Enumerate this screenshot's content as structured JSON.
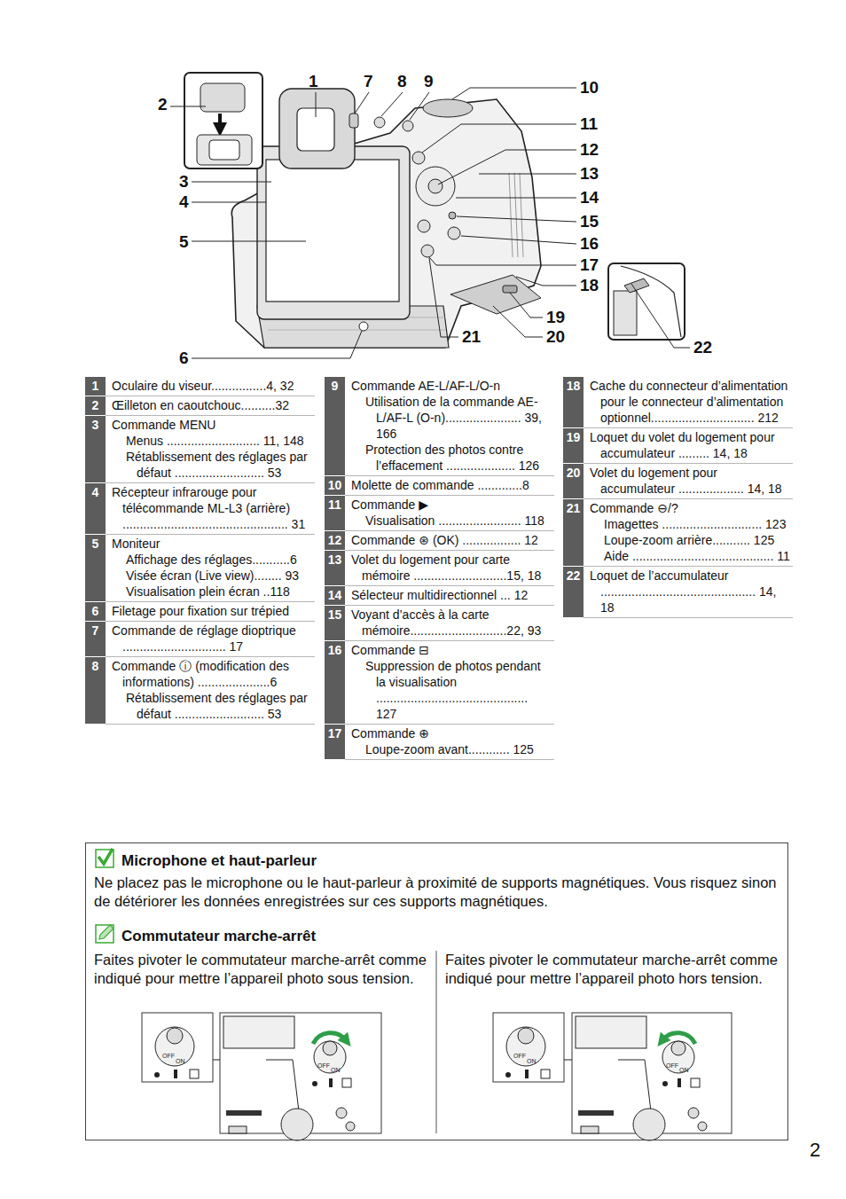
{
  "diagram": {
    "nodes": [
      {
        "text": [
          "1",
          "Oculaire du viseur................4, 32"
        ]
      },
      {
        "text": [
          "2",
          "Œilleton en caoutchouc..........32"
        ]
      },
      {
        "text": [
          "3",
          "Commande MENU",
          "Menus ........................... 11, 148",
          "Rétablissement des réglages par défaut .......................... 53"
        ]
      },
      {
        "text": [
          "4",
          "Récepteur infrarouge pour télécommande ML-L3 (arrière) ................................................ 31"
        ]
      },
      {
        "text": [
          "5",
          "Moniteur",
          "Affichage des réglages...........6",
          "Visée écran (Live view)........ 93",
          "Visualisation plein écran ..118"
        ]
      },
      {
        "text": [
          "6",
          "Filetage pour fixation sur trépied"
        ]
      },
      {
        "text": [
          "7",
          "Commande de réglage dioptrique .............................. 17"
        ]
      },
      {
        "text": [
          "8",
          "Commande ⓘ (modification des informations) .....................6",
          "Rétablissement des réglages par défaut .......................... 53"
        ]
      },
      {
        "text": [
          "9",
          "Commande AE-L/AF-L/O-n",
          "Utilisation de la commande AE-L/AF-L (O-n)...................... 39, 166",
          "Protection des photos contre l’effacement .................... 126"
        ]
      },
      {
        "text": [
          "10",
          "Molette de commande .............8"
        ]
      },
      {
        "text": [
          "11",
          "Commande ▶",
          "Visualisation ........................ 118"
        ]
      },
      {
        "text": [
          "12",
          "Commande ⊛ (OK) ................. 12"
        ]
      },
      {
        "text": [
          "13",
          "Volet du logement pour carte mémoire ...........................15, 18"
        ]
      },
      {
        "text": [
          "14",
          "Sélecteur multidirectionnel ... 12"
        ]
      },
      {
        "text": [
          "15",
          "Voyant d’accès à la carte mémoire............................22, 93"
        ]
      },
      {
        "text": [
          "16",
          "Commande ⊟",
          "Suppression de photos pendant la visualisation ............................................ 127"
        ]
      },
      {
        "text": [
          "17",
          "Commande ⊕",
          "Loupe-zoom avant............ 125"
        ]
      },
      {
        "text": [
          "18",
          "Cache du connecteur d’alimentation pour le connecteur d’alimentation optionnel.............................. 212"
        ]
      },
      {
        "text": [
          "19",
          "Loquet du volet du logement pour accumulateur ......... 14, 18"
        ]
      },
      {
        "text": [
          "20",
          "Volet du logement pour accumulateur ................... 14, 18"
        ]
      },
      {
        "text": [
          "21",
          "Commande ⊖/?",
          "Imagettes ............................. 123",
          "Loupe-zoom arrière........... 125",
          "Aide ......................................... 11"
        ]
      },
      {
        "text": [
          "22",
          "Loquet de l’accumulateur ............................................. 14, 18"
        ]
      },
      {
        "text": [
          "Microphone et haut-parleur",
          "Ne placez pas le microphone ou le haut-parleur à proximité de supports magnétiques.  Vous risquez sinon de détériorer les données enregistrées sur ces supports magnétiques.",
          "Commutateur marche-arrêt",
          "Faites pivoter le commutateur marche-arrêt comme indiqué pour mettre l’appareil photo sous tension.",
          "Faites pivoter le commutateur marche-arrêt comme indiqué pour mettre l’appareil photo hors tension."
        ]
      }
    ],
    "labels": [
      "1",
      "2",
      "3",
      "4",
      "5",
      "6",
      "7",
      "8",
      "9",
      "10",
      "11",
      "12",
      "13",
      "14",
      "15",
      "16",
      "17",
      "18",
      "19",
      "20",
      "21",
      "22",
      "OFF",
      "ON",
      "OFF",
      "ON",
      "OFF",
      "ON",
      "OFF",
      "ON",
      "2"
    ]
  }
}
